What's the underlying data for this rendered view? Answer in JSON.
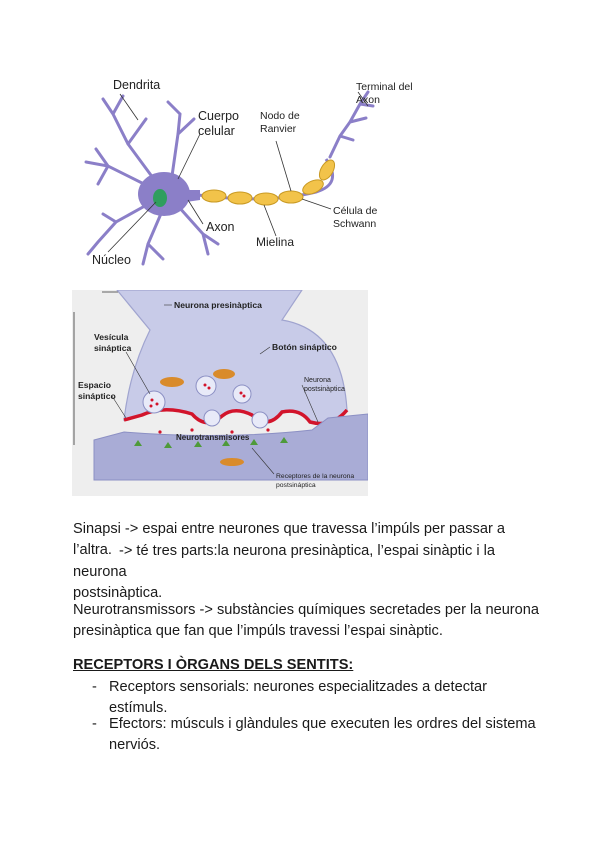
{
  "figures": {
    "neuron": {
      "labels": {
        "dendrita": "Dendrita",
        "cuerpo_1": "Cuerpo",
        "cuerpo_2": "celular",
        "axon": "Axon",
        "nucleo": "Núcleo",
        "nodo_1": "Nodo de",
        "nodo_2": "Ranvier",
        "mielina": "Mielina",
        "terminal_1": "Terminal del",
        "terminal_2": "Axon",
        "schwann_1": "Célula de",
        "schwann_2": "Schwann"
      },
      "colors": {
        "cell": "#8b7fc8",
        "myelin": "#f2c34a",
        "nucleus": "#2f9e5e"
      }
    },
    "synapse": {
      "labels": {
        "presinaptica": "Neurona presinàptica",
        "vesicula_1": "Vesícula",
        "vesicula_2": "sináptica",
        "boton": "Botón sináptico",
        "espacio_1": "Espacio",
        "espacio_2": "sináptico",
        "postsinaptica_1": "Neurona",
        "postsinaptica_2": "postsinàptica",
        "neurotransmisores": "Neurotransmisores",
        "receptores_1": "Receptores de la neurona",
        "receptores_2": "postsináptica"
      },
      "colors": {
        "membrane": "#c8cbe8",
        "cleft": "#d2142b",
        "vesicle": "#e8eaf8",
        "mito": "#d98b2b",
        "receptor": "#4e9a3a"
      }
    }
  },
  "text": {
    "p1_line1": "Sinapsi -> espai entre neurones que travessa l’impúls per passar a l’altra.",
    "p1_line2": "-> té tres parts:la neurona presinàptica, l’espai sinàptic i la neurona",
    "p1_line3": "postsinàptica.",
    "p2": "Neurotransmissors -> substàncies químiques secretades per la neurona presinàptica que fan que l’impúls travessi l’espai sinàptic.",
    "heading": "RECEPTORS I ÒRGANS DELS SENTITS:",
    "bullets": [
      {
        "dash": "-",
        "text": "Receptors sensorials: neurones especialitzades a detectar estímuls."
      },
      {
        "dash": "-",
        "text": "Efectors: músculs i glàndules que executen les ordres del sistema nerviós."
      }
    ]
  }
}
